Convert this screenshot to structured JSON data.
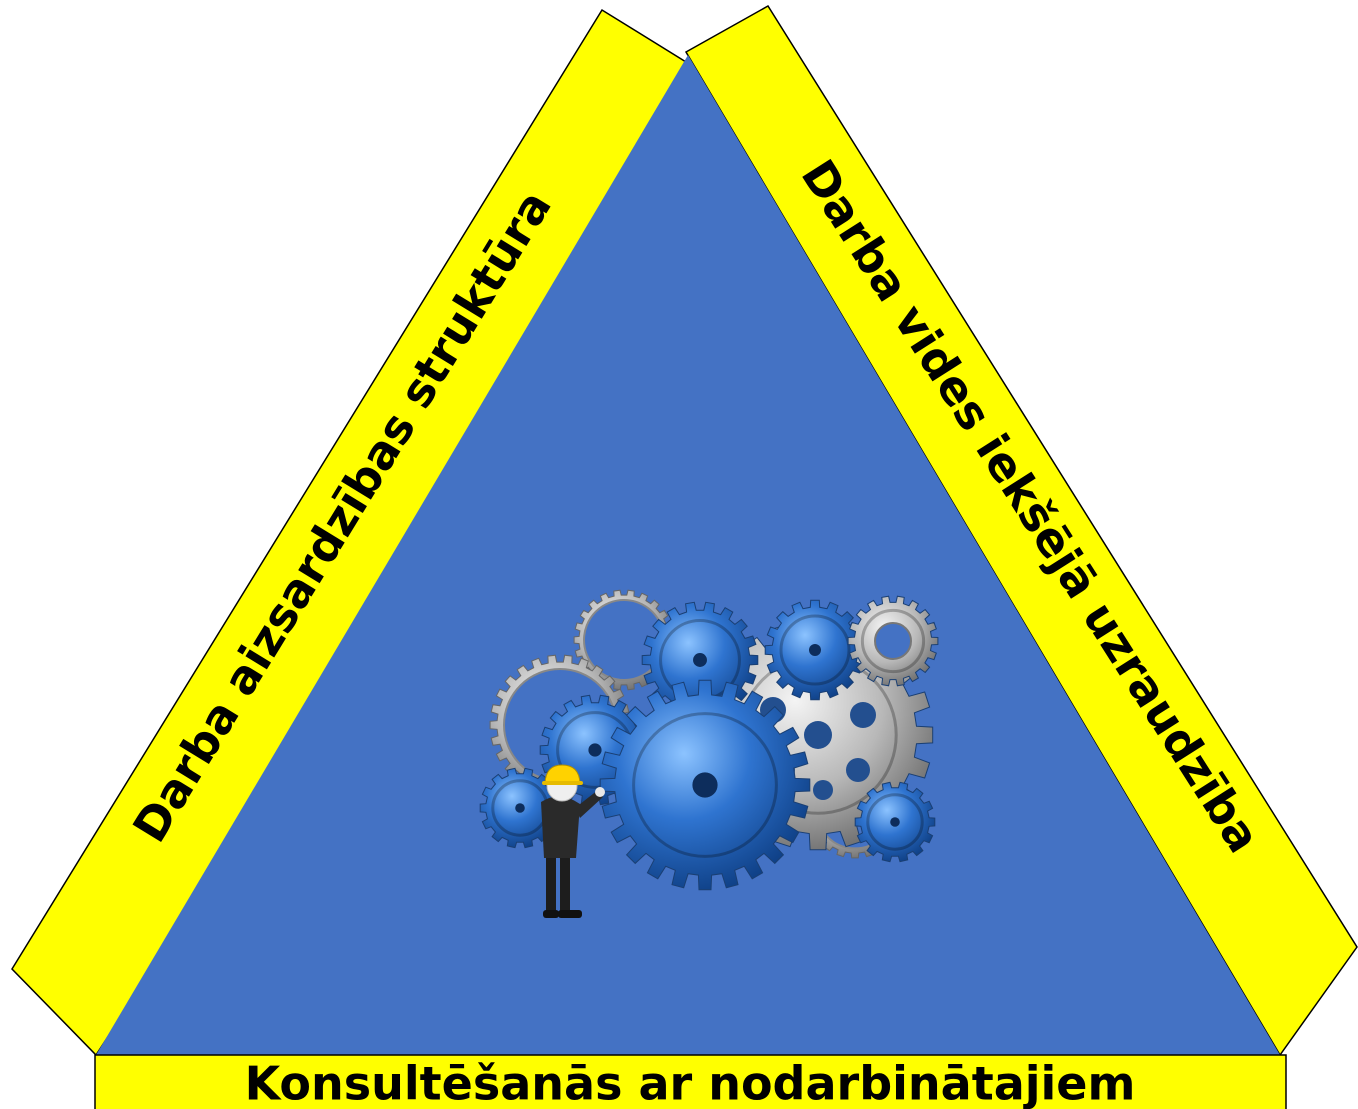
{
  "colors": {
    "triangle_fill": "#4472c4",
    "band_fill": "#ffff00",
    "band_outline": "#000000",
    "text": "#000000",
    "gear_blue": "#2f74d0",
    "gear_blue_light": "#5aa0ef",
    "gear_grey": "#b8b8b8",
    "gear_dark": "#0d3d82"
  },
  "icons": {
    "centerpiece": "gears-with-engineer-icon"
  },
  "labels": {
    "left_side": "Darba aizsardzības struktūra",
    "right_side": "Darba vides iekšējā uzraudzība",
    "bottom_side": "Konsultēšanās ar nodarbinātajiem"
  }
}
